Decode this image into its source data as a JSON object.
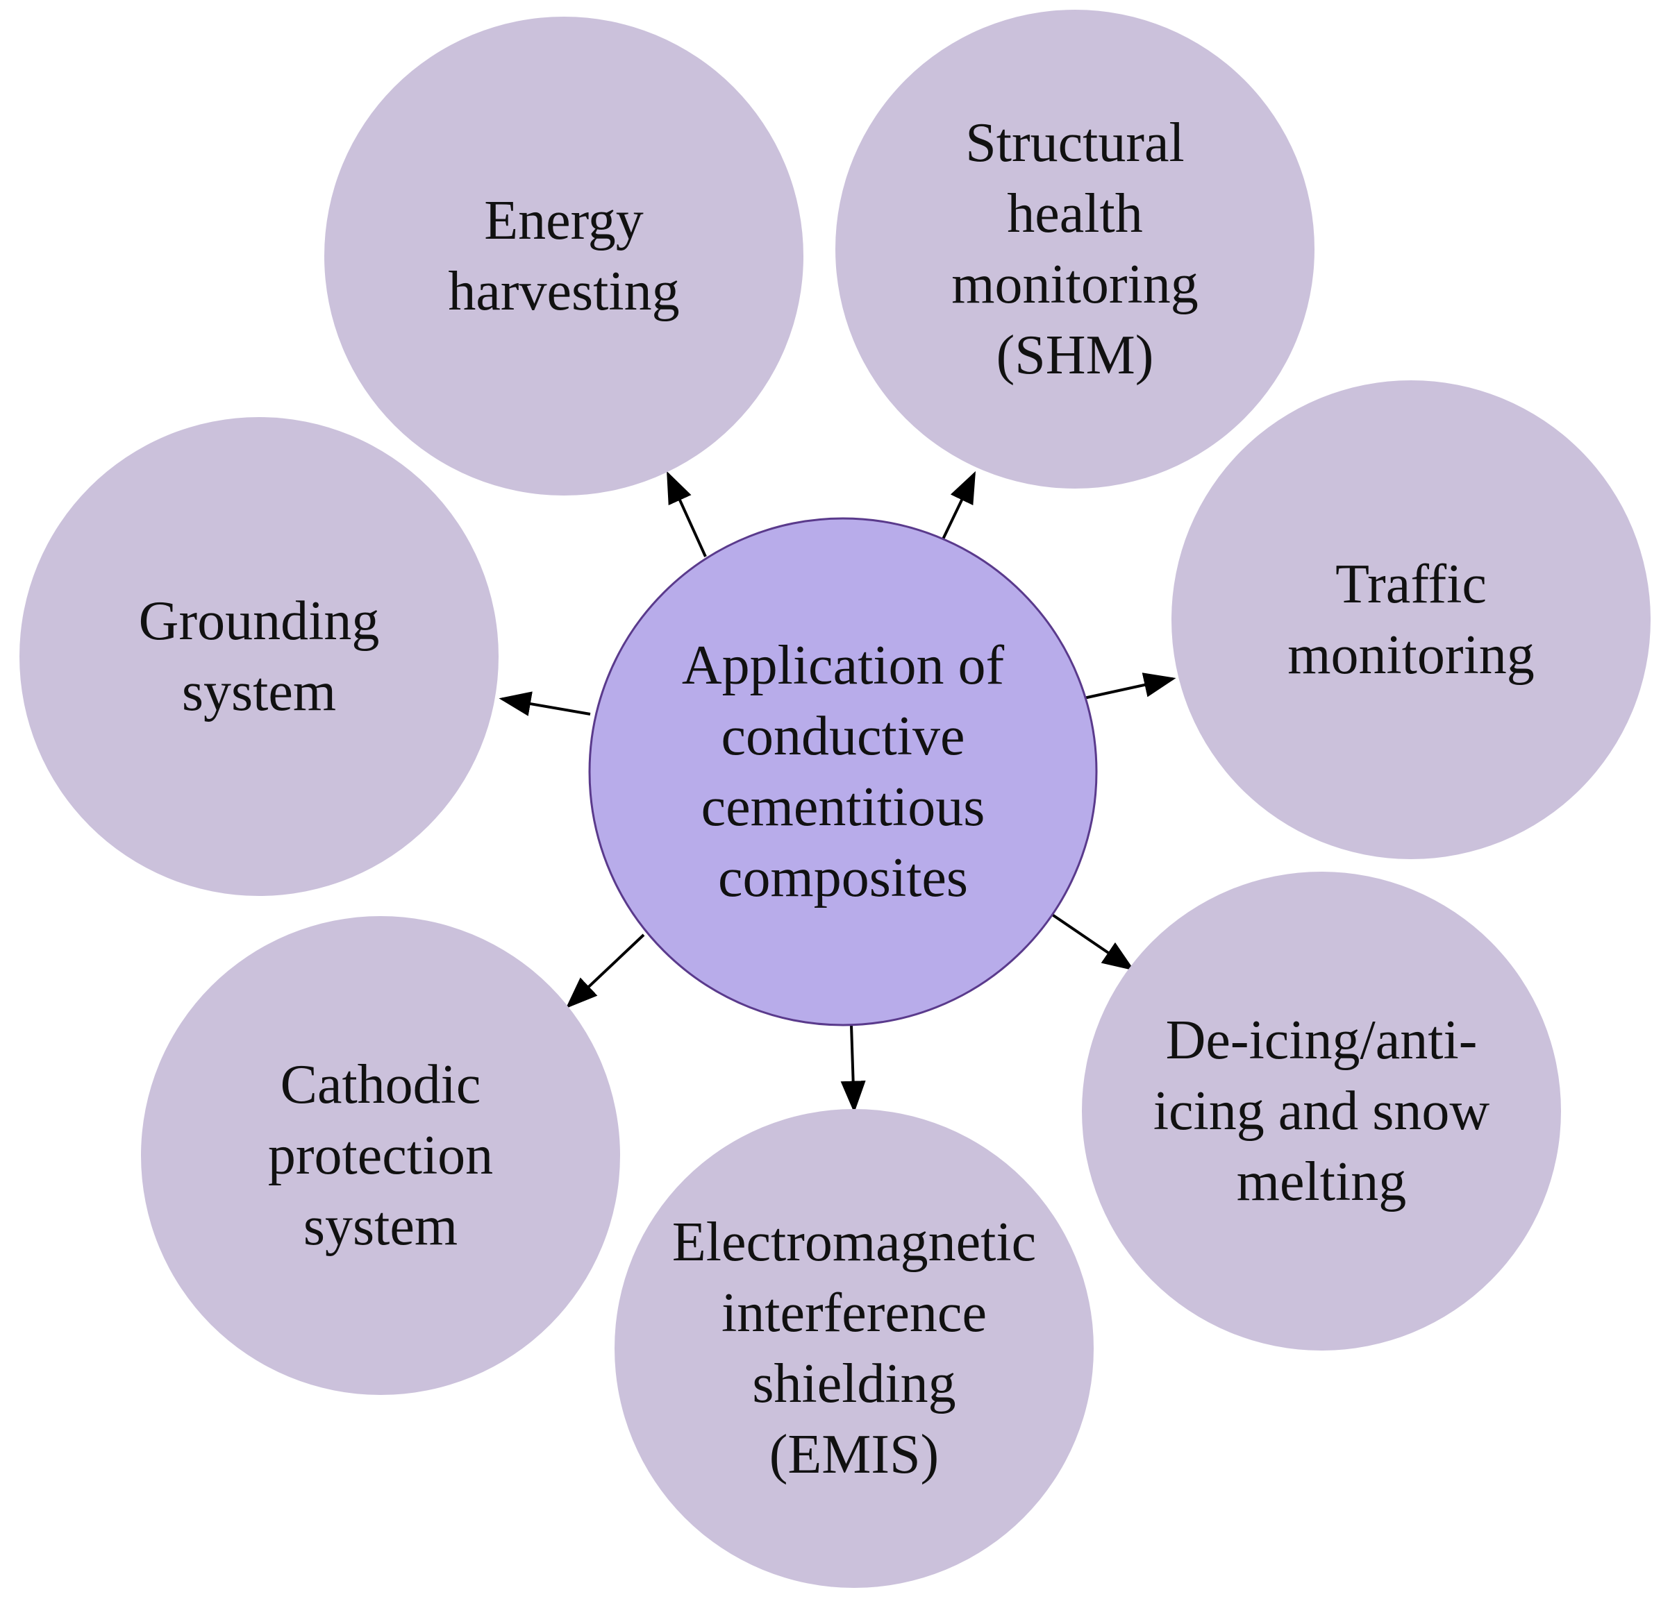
{
  "diagram": {
    "colors": {
      "background": "#ffffff",
      "center_fill": "#b8acea",
      "center_stroke": "#5a3a8c",
      "node_fill": "#cbc1db",
      "arrow": "#000000",
      "text": "#111111"
    },
    "center": {
      "lines": [
        "Application of",
        "conductive",
        "cementitious",
        "composites"
      ]
    },
    "nodes": [
      {
        "id": "energy-harvesting",
        "lines": [
          "Energy",
          "harvesting"
        ]
      },
      {
        "id": "shm",
        "lines": [
          "Structural",
          "health",
          "monitoring",
          "(SHM)"
        ]
      },
      {
        "id": "traffic-monitoring",
        "lines": [
          "Traffic",
          "monitoring"
        ]
      },
      {
        "id": "deicing",
        "lines": [
          "De-icing/anti-",
          "icing and snow",
          "melting"
        ]
      },
      {
        "id": "emis",
        "lines": [
          "Electromagnetic",
          "interference",
          "shielding",
          "(EMIS)"
        ]
      },
      {
        "id": "cathodic-protection",
        "lines": [
          "Cathodic",
          "protection",
          "system"
        ]
      },
      {
        "id": "grounding-system",
        "lines": [
          "Grounding",
          "system"
        ]
      }
    ]
  }
}
